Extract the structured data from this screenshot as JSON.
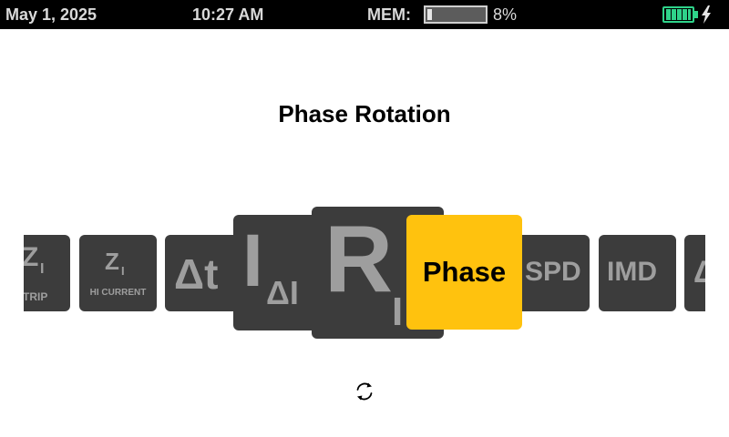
{
  "status_bar": {
    "date": "May 1, 2025",
    "time": "10:27 AM",
    "mem_label": "MEM:",
    "mem_percent_text": "8%",
    "mem_fraction": 0.08,
    "battery_icon": "battery-full-icon",
    "charging_icon": "lightning-bolt-icon",
    "battery_color": "#2fd38a"
  },
  "screen": {
    "title": "Phase Rotation"
  },
  "carousel": {
    "tiles": [
      {
        "symbol": "Z",
        "subscript": "I",
        "caption": "TRIP"
      },
      {
        "symbol": "Z",
        "subscript": "I",
        "caption": "HI CURRENT"
      },
      {
        "symbol": "Δt"
      },
      {
        "symbol": "I",
        "subscript": "ΔI"
      },
      {
        "symbol": "R",
        "subscript": "I"
      },
      {
        "symbol": "Phase",
        "selected": true
      },
      {
        "symbol": "SPD"
      },
      {
        "symbol": "IMD"
      },
      {
        "symbol": "Δ"
      }
    ],
    "selected_color": "#ffc20e",
    "tile_color": "#3c3c3c"
  },
  "footer": {
    "refresh_icon": "refresh-icon"
  }
}
